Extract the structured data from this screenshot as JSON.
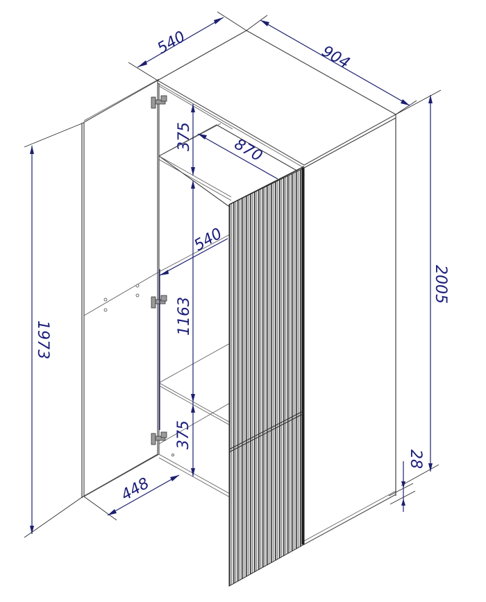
{
  "drawing": {
    "title": "Tall cabinet with fluted door — dimension drawing",
    "units": "mm",
    "colors": {
      "dimension": "#1a1d7a",
      "edge": "#3a3a3a",
      "background": "#ffffff"
    }
  },
  "dimensions": {
    "depth": "540",
    "width": "904",
    "top_compartment_height": "375",
    "inner_depth": "870",
    "middle_shelf_depth": "540",
    "middle_compartment_height": "1163",
    "bottom_compartment_height": "375",
    "door_width": "448",
    "door_height": "1973",
    "total_height": "2005",
    "plinth_height": "28"
  },
  "components": [
    {
      "name": "left-door-open",
      "label": "Open plain door"
    },
    {
      "name": "carcass",
      "label": "Cabinet carcass"
    },
    {
      "name": "fluted-door",
      "label": "Fluted (ribbed) door"
    },
    {
      "name": "right-side-panel",
      "label": "Right side panel"
    },
    {
      "name": "hinges",
      "label": "Hinges",
      "count": 3
    },
    {
      "name": "shelves",
      "label": "Shelves",
      "count": 2
    }
  ]
}
